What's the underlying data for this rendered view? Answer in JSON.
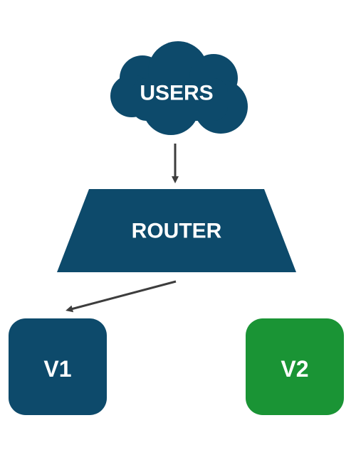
{
  "colors": {
    "primary": "#0d4a6b",
    "green": "#1a9435",
    "arrow": "#3d3d3d",
    "label": "#ffffff"
  },
  "nodes": {
    "users": {
      "label": "USERS",
      "shape": "cloud"
    },
    "router": {
      "label": "ROUTER",
      "shape": "trapezoid"
    },
    "v1": {
      "label": "V1",
      "shape": "rounded-square"
    },
    "v2": {
      "label": "V2",
      "shape": "rounded-square"
    }
  },
  "edges": [
    {
      "from": "users",
      "to": "router"
    },
    {
      "from": "router",
      "to": "v1"
    }
  ]
}
